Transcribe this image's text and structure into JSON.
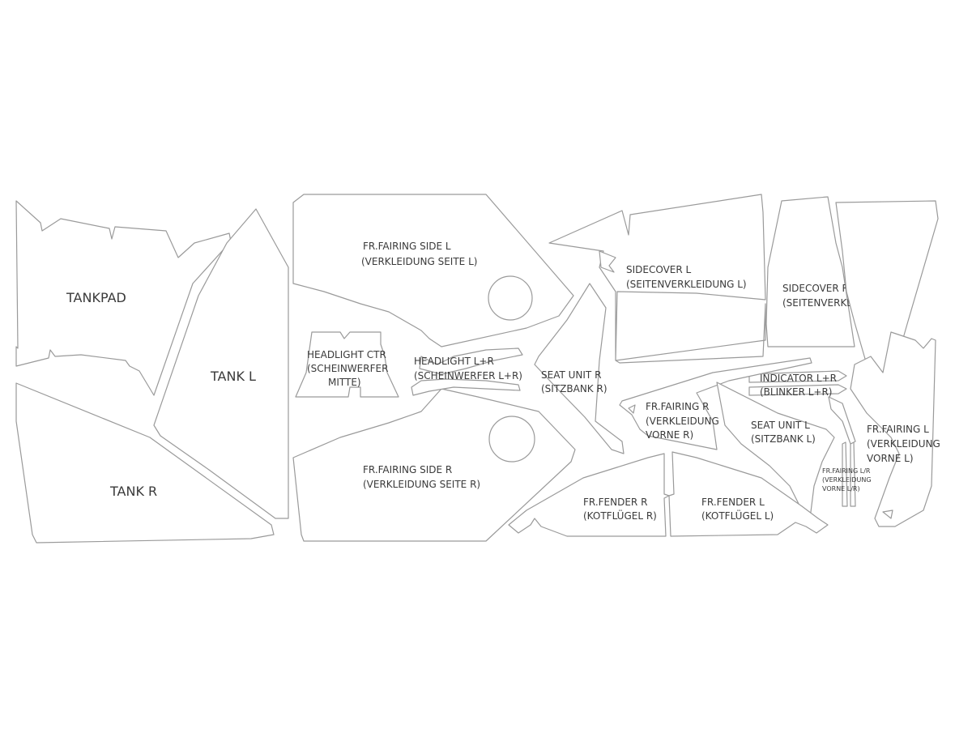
{
  "colors": {
    "outline": "#9a9a9a",
    "text": "#3a3a3a",
    "background": "#ffffff"
  },
  "labels": {
    "tankpad": "TANKPAD",
    "tank_l": "TANK L",
    "tank_r": "TANK R",
    "fairing_side_l": [
      "FR.FAIRING SIDE L",
      "(VERKLEIDUNG SEITE L)"
    ],
    "fairing_side_r": [
      "FR.FAIRING SIDE R",
      "(VERKLEIDUNG SEITE R)"
    ],
    "headlight_ctr": [
      "HEADLIGHT CTR",
      "(SCHEINWERFER",
      "MITTE)"
    ],
    "headlight_lr": [
      "HEADLIGHT L+R",
      "(SCHEINWERFER L+R)"
    ],
    "seat_unit_r": [
      "SEAT UNIT R",
      "(SITZBANK R)"
    ],
    "seat_unit_l": [
      "SEAT UNIT L",
      "(SITZBANK L)"
    ],
    "sidecover_l": [
      "SIDECOVER L",
      "(SEITENVERKLEIDUNG  L)"
    ],
    "sidecover_r": [
      "SIDECOVER R",
      "(SEITENVERKLEIDUNG  R)"
    ],
    "indicator_lr": [
      "INDICATOR L+R",
      "(BLINKER L+R)"
    ],
    "fairing_r": [
      "FR.FAIRING R",
      "(VERKLEIDUNG",
      "VORNE R)"
    ],
    "fairing_l": [
      "FR.FAIRING L",
      "(VERKLEIDUNG",
      "VORNE L)"
    ],
    "fairing_lr_small": [
      "FR.FAIRING L/R",
      "(VERKLEIDUNG",
      "VORNE L/R)"
    ],
    "fender_r": [
      "FR.FENDER R",
      "(KOTFLÜGEL R)"
    ],
    "fender_l": [
      "FR.FENDER L",
      "(KOTFLÜGEL L)"
    ]
  }
}
